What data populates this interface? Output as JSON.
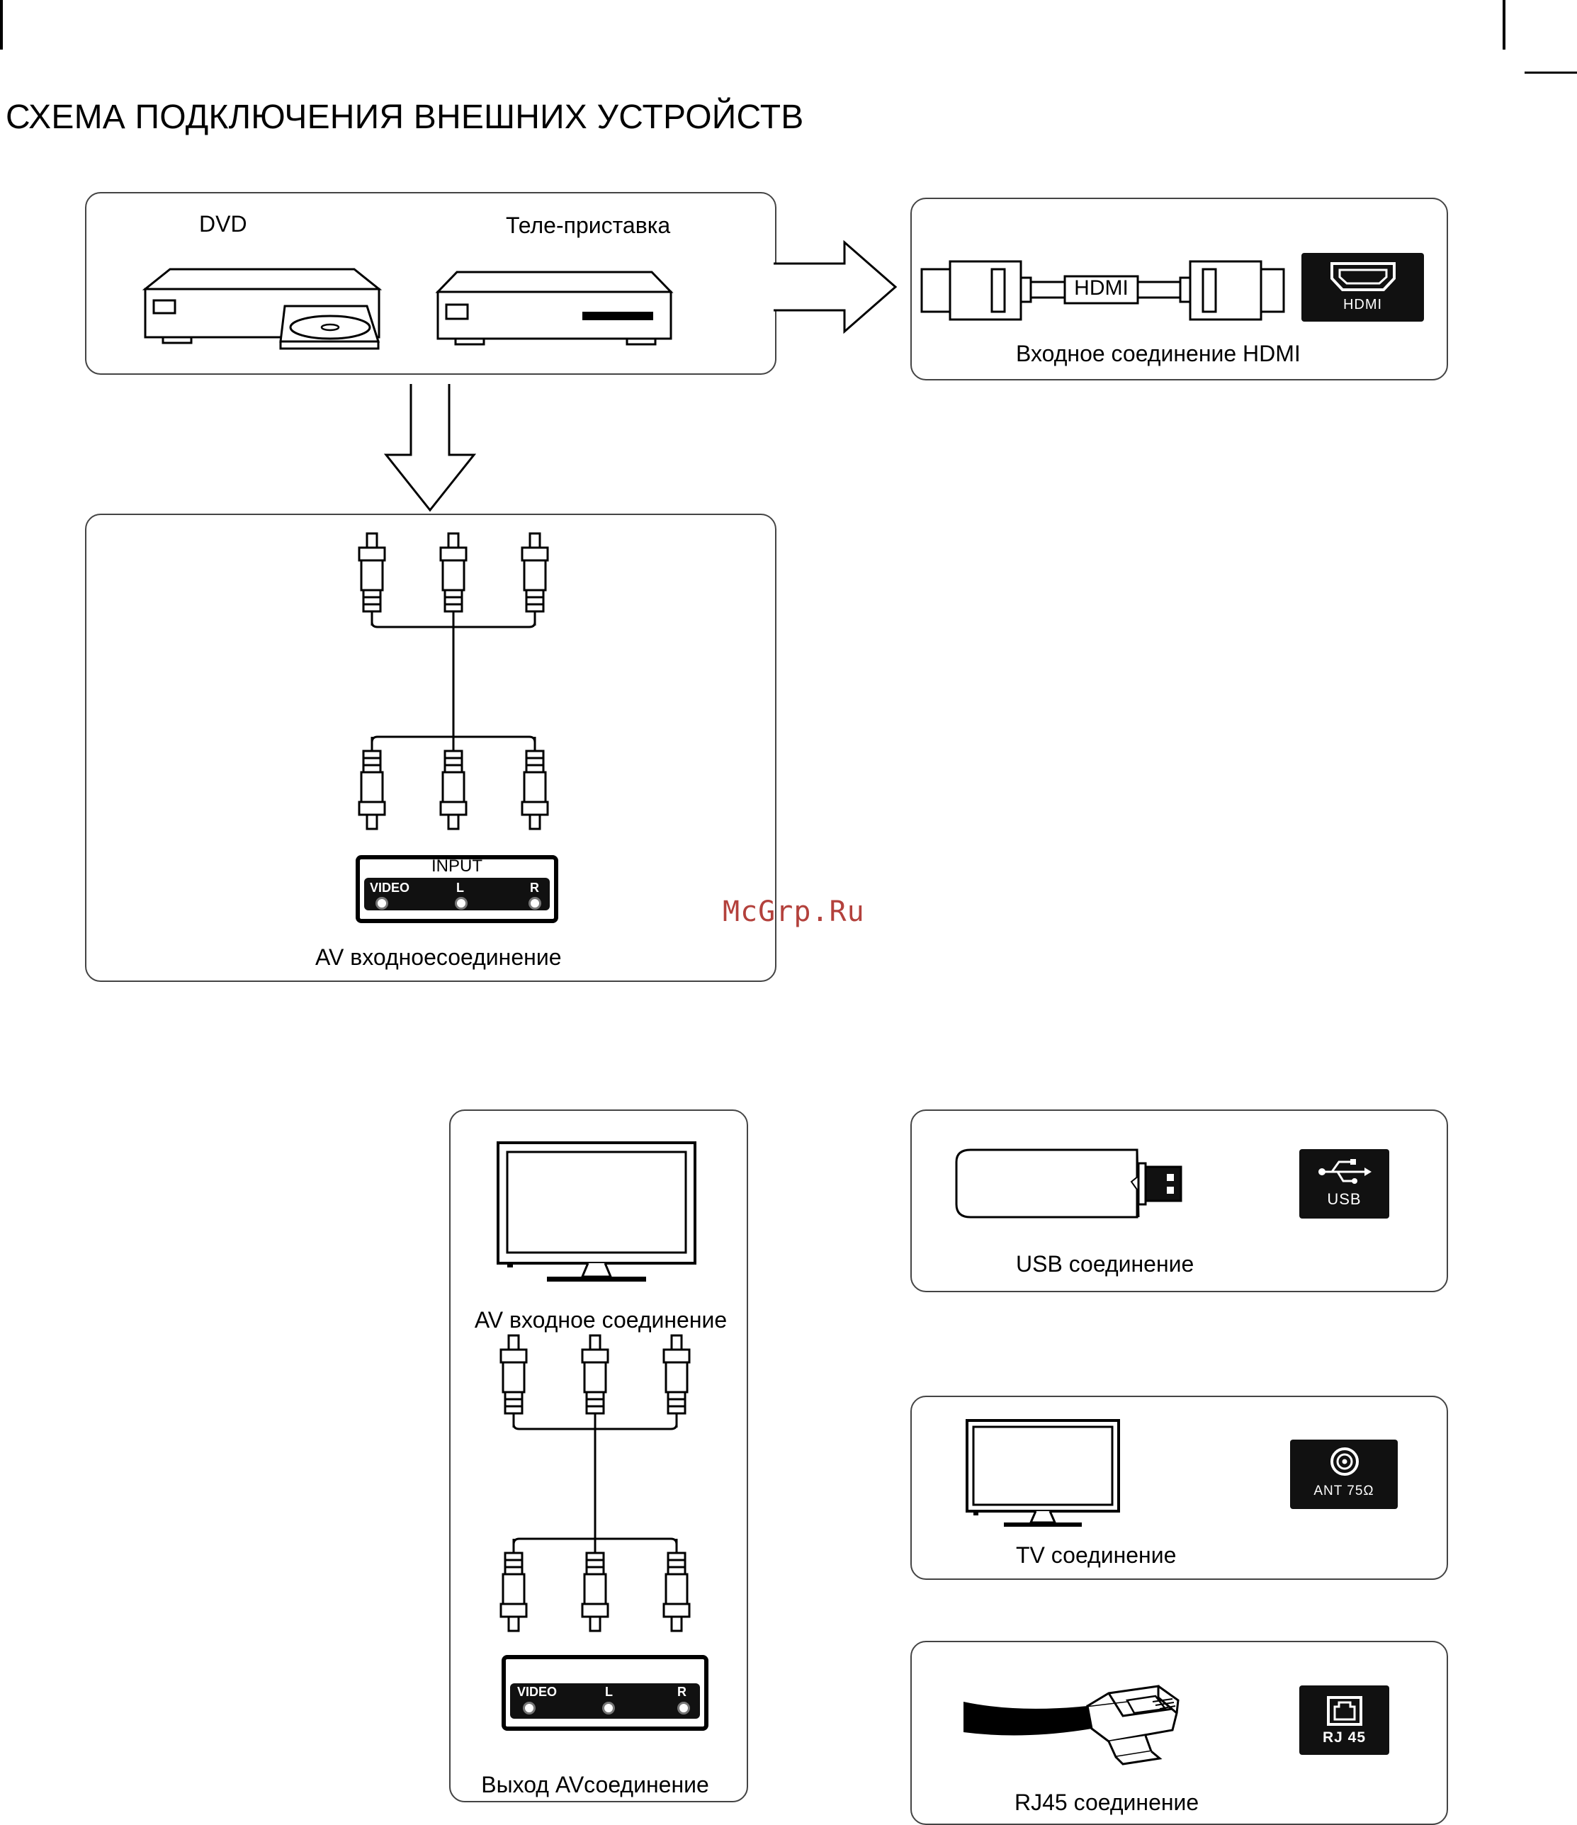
{
  "title": "СХЕМА ПОДКЛЮЧЕНИЯ ВНЕШНИХ УСТРОЙСТВ",
  "sources": {
    "dvd_label": "DVD",
    "stb_label": "Теле-приставка"
  },
  "hdmi": {
    "cable_label": "HDMI",
    "port_label": "HDMI",
    "caption": "Входное соединение HDMI"
  },
  "av_in": {
    "panel_title": "INPUT",
    "jack_video": "VIDEO",
    "jack_l": "L",
    "jack_r": "R",
    "caption": "AV входноесоединение"
  },
  "av_out": {
    "tv_caption": "AV входное соединение",
    "jack_video": "VIDEO",
    "jack_l": "L",
    "jack_r": "R",
    "caption": "Выход AVсоединение"
  },
  "usb": {
    "port_label": "USB",
    "caption": "USB соединение"
  },
  "tv": {
    "port_label": "ANT 75Ω",
    "caption": "TV соединение"
  },
  "rj45": {
    "port_label": "RJ 45",
    "caption": "RJ45 соединение"
  },
  "watermark": "McGrp.Ru",
  "colors": {
    "line": "#000000",
    "box_border": "#444444",
    "port_bg": "#111111",
    "watermark": "#b3413c"
  },
  "icons": [
    "dvd-player-icon",
    "set-top-box-icon",
    "hdmi-cable-icon",
    "rca-plug-icon",
    "tv-icon",
    "usb-flash-drive-icon",
    "usb-symbol-icon",
    "antenna-port-icon",
    "ethernet-cable-icon",
    "rj45-port-icon",
    "arrow-right-icon",
    "arrow-down-icon"
  ]
}
